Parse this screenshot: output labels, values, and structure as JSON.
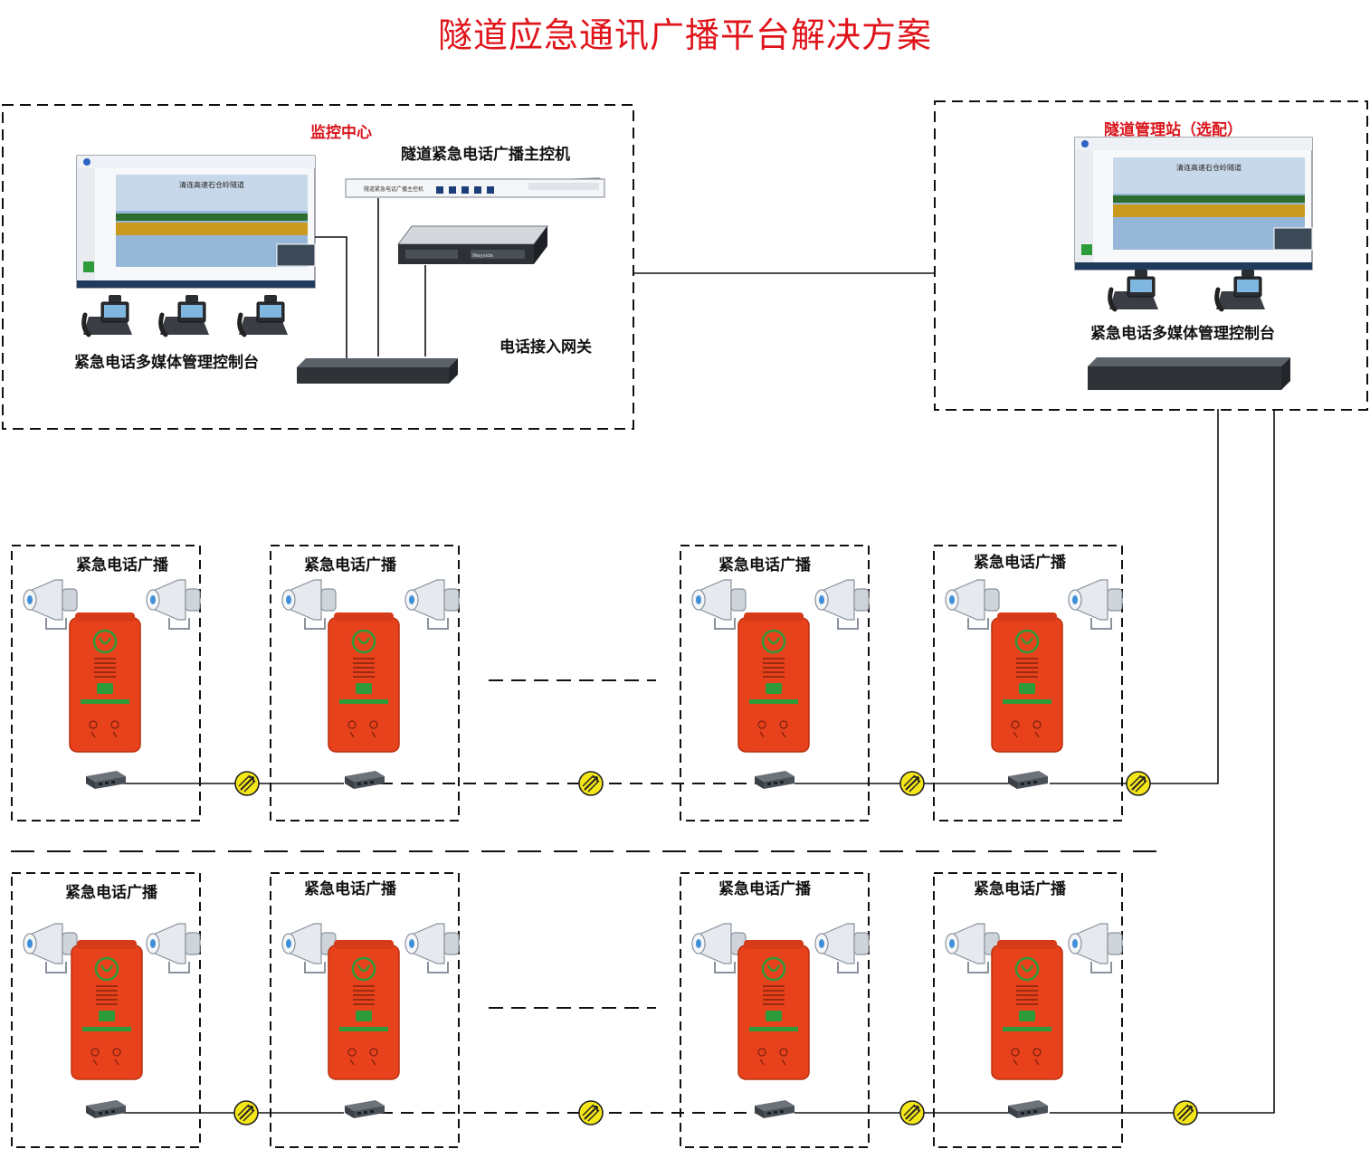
{
  "title": "隧道应急通讯广播平台解决方案",
  "monitor_center": {
    "title": "监控中心",
    "host_label": "隧道紧急电话广播主控机",
    "gateway_label": "电话接入网关",
    "console_label": "紧急电话多媒体管理控制台",
    "screen_caption": "清连高速石仓岭隧道",
    "host_plate_text": "隧道紧急电话广播主控机",
    "server_brand": "Wayside"
  },
  "management_station": {
    "title": "隧道管理站（选配）",
    "console_label": "紧急电话多媒体管理控制台",
    "screen_caption": "清连高速石仓岭隧道"
  },
  "terminal_label": "紧急电话广播",
  "rows": [
    {
      "units": [
        "紧急电话广播",
        "紧急电话广播",
        "紧急电话广播",
        "紧急电话广播"
      ]
    },
    {
      "units": [
        "紧急电话广播",
        "紧急电话广播",
        "紧急电话广播",
        "紧急电话广播"
      ]
    }
  ],
  "colors": {
    "title": "#e0141b",
    "accent_label": "#d9141b",
    "phone_body": "#e8421c",
    "phone_logo": "#2e9b3a",
    "link_marker": "#f5e61a"
  },
  "icons": [
    "monitor-screen-icon",
    "ip-phone-icon",
    "server-rack-icon",
    "network-switch-icon",
    "horn-speaker-icon",
    "emergency-phone-icon",
    "fiber-converter-icon",
    "optical-link-icon"
  ]
}
